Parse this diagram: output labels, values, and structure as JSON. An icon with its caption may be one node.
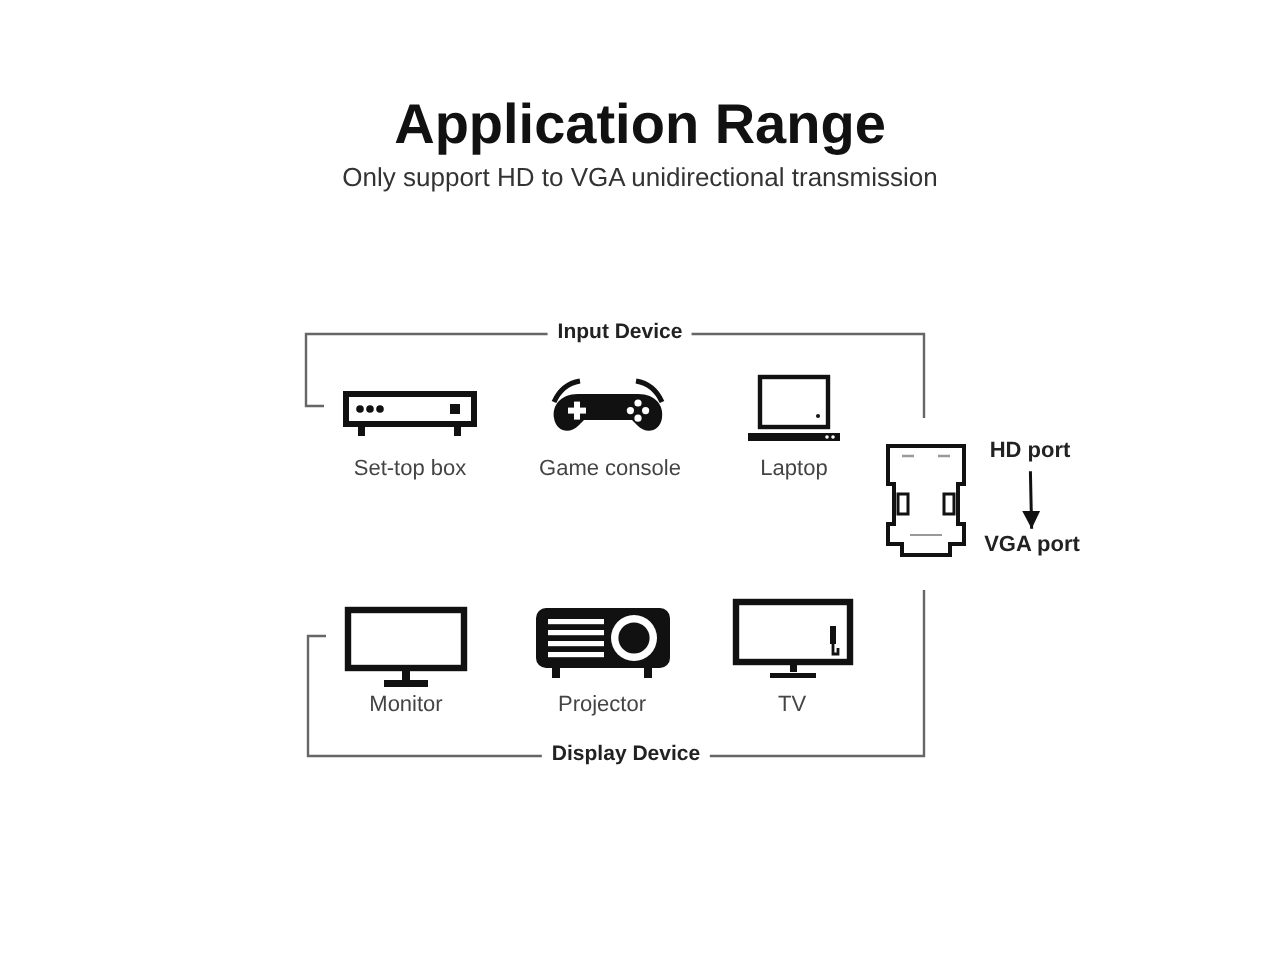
{
  "diagram": {
    "title": "Application Range",
    "nodes": [
      {
        "text": [
          "Input Device"
        ]
      },
      {
        "text": [
          "Set-top box"
        ],
        "in": 0
      },
      {
        "text": [
          "Game console"
        ],
        "in": 0
      },
      {
        "text": [
          "Laptop"
        ],
        "in": 0
      },
      {
        "text": [],
        "shape": "picture"
      },
      {
        "text": [
          "HD port"
        ]
      },
      {
        "text": [
          "VGA port"
        ]
      },
      {
        "text": [
          "Display Device"
        ]
      },
      {
        "text": [
          "Monitor"
        ],
        "in": 7
      },
      {
        "text": [
          "Projector"
        ],
        "in": 7
      },
      {
        "text": [
          "TV"
        ],
        "in": 7
      }
    ],
    "edges": [
      {
        "from": 5,
        "to": 6,
        "arrow": "to"
      }
    ],
    "labels": [
      "Only support HD to VGA unidirectional transmission"
    ]
  }
}
